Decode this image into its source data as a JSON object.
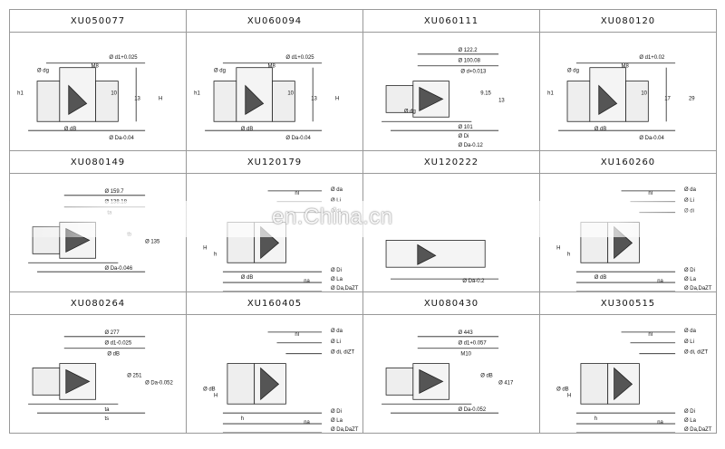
{
  "watermark": "en.China.cn",
  "cells": [
    {
      "title": "XU050077",
      "variant": "a",
      "labels": [
        "Ø d1+0.025",
        "M8",
        "Ø dg",
        "10",
        "13",
        "H",
        "h1",
        "Ø dB",
        "Ø Da-0.04"
      ]
    },
    {
      "title": "XU060094",
      "variant": "a",
      "labels": [
        "Ø d1+0.025",
        "M8",
        "Ø dg",
        "10",
        "13",
        "H",
        "h1",
        "Ø dB",
        "Ø Da-0.04"
      ]
    },
    {
      "title": "XU060111",
      "variant": "b",
      "labels": [
        "Ø 122.2",
        "Ø 100.08",
        "Ø d+0.013",
        "9.15",
        "13",
        "Ø 101",
        "Ø Di",
        "Ø Da-0.12",
        "Ø dg"
      ]
    },
    {
      "title": "XU080120",
      "variant": "a",
      "labels": [
        "Ø d1+0.02",
        "M8",
        "Ø dg",
        "10",
        "17",
        "29",
        "h1",
        "Ø dB",
        "Ø Da-0.04"
      ]
    },
    {
      "title": "XU080149",
      "variant": "b",
      "labels": [
        "Ø 159.7",
        "Ø 138.18",
        "ta",
        "tb",
        "Ø 135",
        "Ø Da-0.046"
      ]
    },
    {
      "title": "XU120179",
      "variant": "c",
      "labels": [
        "Ø da",
        "Ø Li",
        "Ø di",
        "nl",
        "H",
        "h",
        "Ø dB",
        "Ø Di",
        "Ø La",
        "Ø Da,DaZT",
        "na"
      ]
    },
    {
      "title": "XU120222",
      "variant": "d",
      "labels": [
        "Ø Da-0.2"
      ]
    },
    {
      "title": "XU160260",
      "variant": "c",
      "labels": [
        "Ø da",
        "Ø Li",
        "Ø di",
        "nl",
        "H",
        "h",
        "Ø dB",
        "Ø Di",
        "Ø La",
        "Ø Da,DaZT",
        "na"
      ]
    },
    {
      "title": "XU080264",
      "variant": "b",
      "labels": [
        "Ø 277",
        "Ø d1-0.025",
        "Ø dB",
        "Ø 251",
        "Ø Da-0.052",
        "ta",
        "ts"
      ]
    },
    {
      "title": "XU160405",
      "variant": "c",
      "labels": [
        "Ø da",
        "Ø Li",
        "Ø di, diZT",
        "nl",
        "Ø dB",
        "H",
        "h",
        "Ø Di",
        "Ø La",
        "Ø Da,DaZT",
        "na"
      ]
    },
    {
      "title": "XU080430",
      "variant": "b",
      "labels": [
        "Ø 443",
        "Ø d1+0.057",
        "M10",
        "Ø dB",
        "Ø 417",
        "Ø Da-0.052"
      ]
    },
    {
      "title": "XU300515",
      "variant": "c",
      "labels": [
        "Ø da",
        "Ø Li",
        "Ø di, diZT",
        "nl",
        "Ø dB",
        "H",
        "h",
        "Ø Di",
        "Ø La",
        "Ø Da,DaZT",
        "na"
      ]
    }
  ]
}
